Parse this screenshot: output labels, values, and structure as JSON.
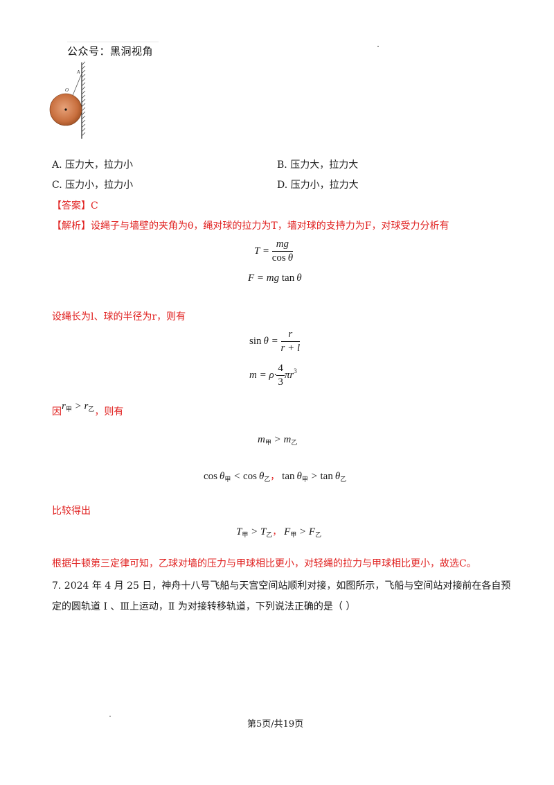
{
  "watermark": "公众号：黑洞视角",
  "figure": {
    "label_a": "A",
    "label_o": "O"
  },
  "options": {
    "a": "A.  压力大，拉力小",
    "b": "B.  压力大，拉力大",
    "c": "C.  压力小，拉力小",
    "d": "D.  压力小，拉力大"
  },
  "answer": "【答案】C",
  "analysis": {
    "tag": "【解析】",
    "line1": "设绳子与墙壁的夹角为θ，绳对球的拉力为T，墙对球的支持力为F，对球受力分析有",
    "line2": "设绳长为l、球的半径为r，则有",
    "line3_prefix": "因",
    "line3_suffix": "，则有",
    "line4": "比较得出",
    "conclusion": "根据牛顿第三定律可知，乙球对墙的压力与甲球相比更小，对轻绳的拉力与甲球相比更小，故选C。"
  },
  "question7": {
    "line1": "7.  2024 年 4 月 25 日，神舟十八号飞船与天宫空间站顺利对接，如图所示，飞船与空间站对接前在各自预",
    "line2": "定的圆轨道 Ⅰ 、Ⅲ上运动，Ⅱ 为对接转移轨道，下列说法正确的是（        ）"
  },
  "footer": "第5页/共19页"
}
